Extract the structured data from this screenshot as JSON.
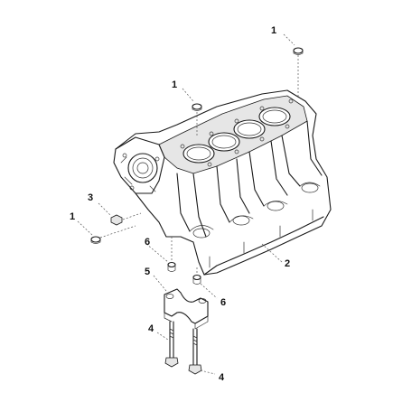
{
  "callouts": {
    "plug_top_right": "1",
    "plug_top_center": "1",
    "plug_left": "1",
    "cylinder_block": "2",
    "nut_left": "3",
    "bolt_upper": "4",
    "bolt_lower": "4",
    "bearing_cap": "5",
    "dowel_left": "6",
    "dowel_right": "6"
  },
  "colors": {
    "line": "#1a1a1a",
    "background": "#ffffff"
  }
}
